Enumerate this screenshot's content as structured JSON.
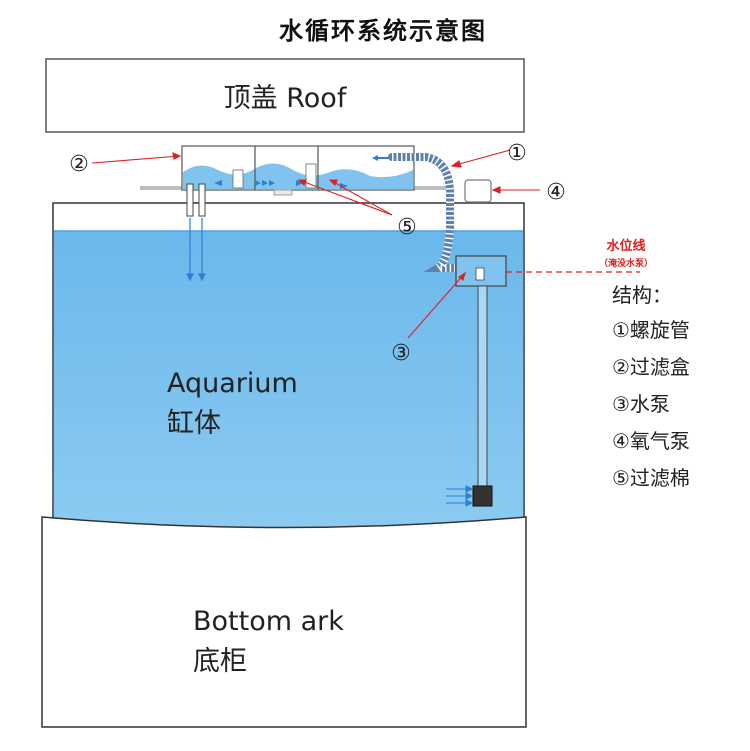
{
  "title": "水循环系统示意图",
  "roof": {
    "label": "顶盖 Roof"
  },
  "aquarium": {
    "label_en": "Aquarium",
    "label_cn": "缸体"
  },
  "bottom": {
    "label_en": "Bottom ark",
    "label_cn": "底柜"
  },
  "water_level": {
    "label": "水位线",
    "sub": "（淹没水泵）"
  },
  "markers": {
    "m1": "①",
    "m2": "②",
    "m3": "③",
    "m4": "④",
    "m5": "⑤"
  },
  "structure": {
    "heading": "结构：",
    "items": [
      "①螺旋管",
      "②过滤盒",
      "③水泵",
      "④氧气泵",
      "⑤过滤棉"
    ]
  },
  "colors": {
    "water": "#7fc3ee",
    "water_dark": "#2f7fd0",
    "pointer": "#e02020",
    "outline": "#333333"
  }
}
